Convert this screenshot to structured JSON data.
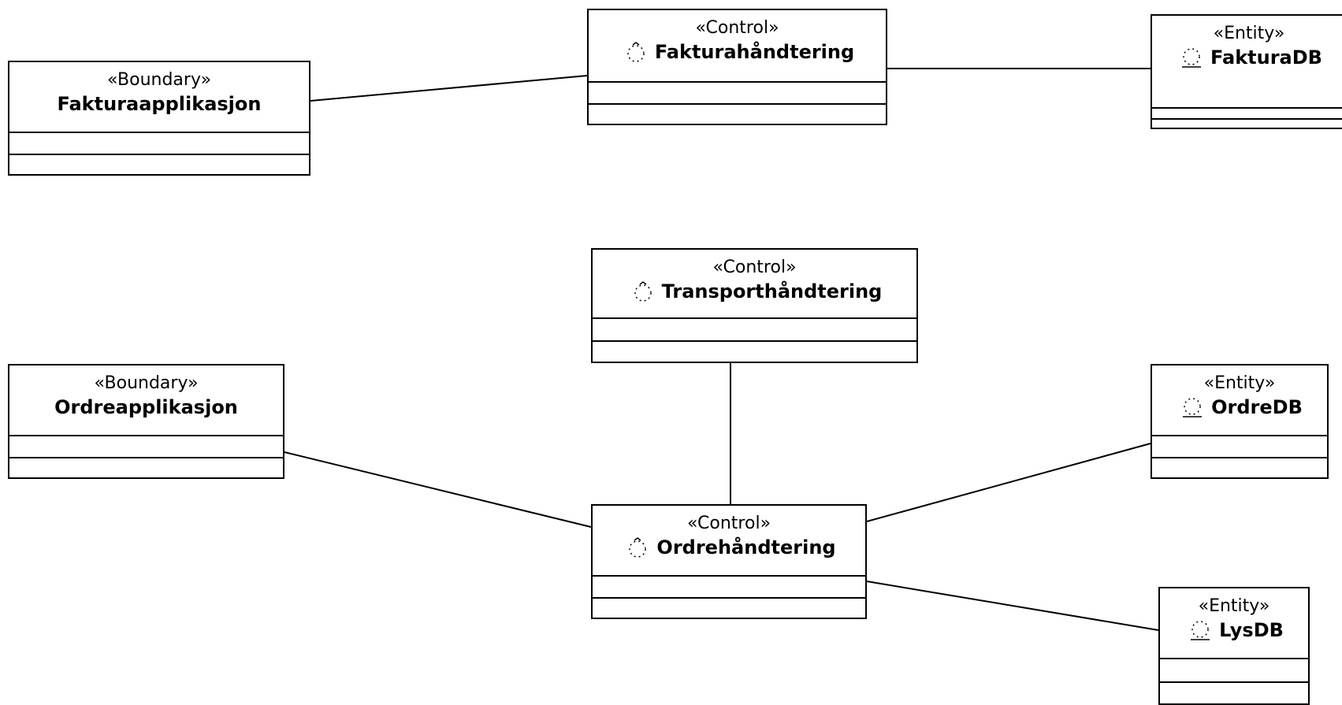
{
  "diagram": {
    "classes": [
      {
        "id": "fakturaapplikasjon",
        "stereotype": "«Boundary»",
        "name": "Fakturaapplikasjon",
        "icon": "none"
      },
      {
        "id": "fakturahandtering",
        "stereotype": "«Control»",
        "name": "Fakturahåndtering",
        "icon": "control-icon"
      },
      {
        "id": "fakturadb",
        "stereotype": "«Entity»",
        "name": "FakturaDB",
        "icon": "entity-icon"
      },
      {
        "id": "transporthandtering",
        "stereotype": "«Control»",
        "name": "Transporthåndtering",
        "icon": "control-icon"
      },
      {
        "id": "ordreapplikasjon",
        "stereotype": "«Boundary»",
        "name": "Ordreapplikasjon",
        "icon": "none"
      },
      {
        "id": "ordredb",
        "stereotype": "«Entity»",
        "name": "OrdreDB",
        "icon": "entity-icon"
      },
      {
        "id": "ordrehandtering",
        "stereotype": "«Control»",
        "name": "Ordrehåndtering",
        "icon": "control-icon"
      },
      {
        "id": "lysdb",
        "stereotype": "«Entity»",
        "name": "LysDB",
        "icon": "entity-icon"
      }
    ],
    "associations": [
      {
        "from": "fakturaapplikasjon",
        "to": "fakturahandtering"
      },
      {
        "from": "fakturahandtering",
        "to": "fakturadb"
      },
      {
        "from": "transporthandtering",
        "to": "ordrehandtering"
      },
      {
        "from": "ordreapplikasjon",
        "to": "ordrehandtering"
      },
      {
        "from": "ordrehandtering",
        "to": "ordredb"
      },
      {
        "from": "ordrehandtering",
        "to": "lysdb"
      }
    ],
    "colors": {
      "line": "#000000",
      "box_fill": "#ffffff",
      "background": "#ffffff"
    }
  }
}
